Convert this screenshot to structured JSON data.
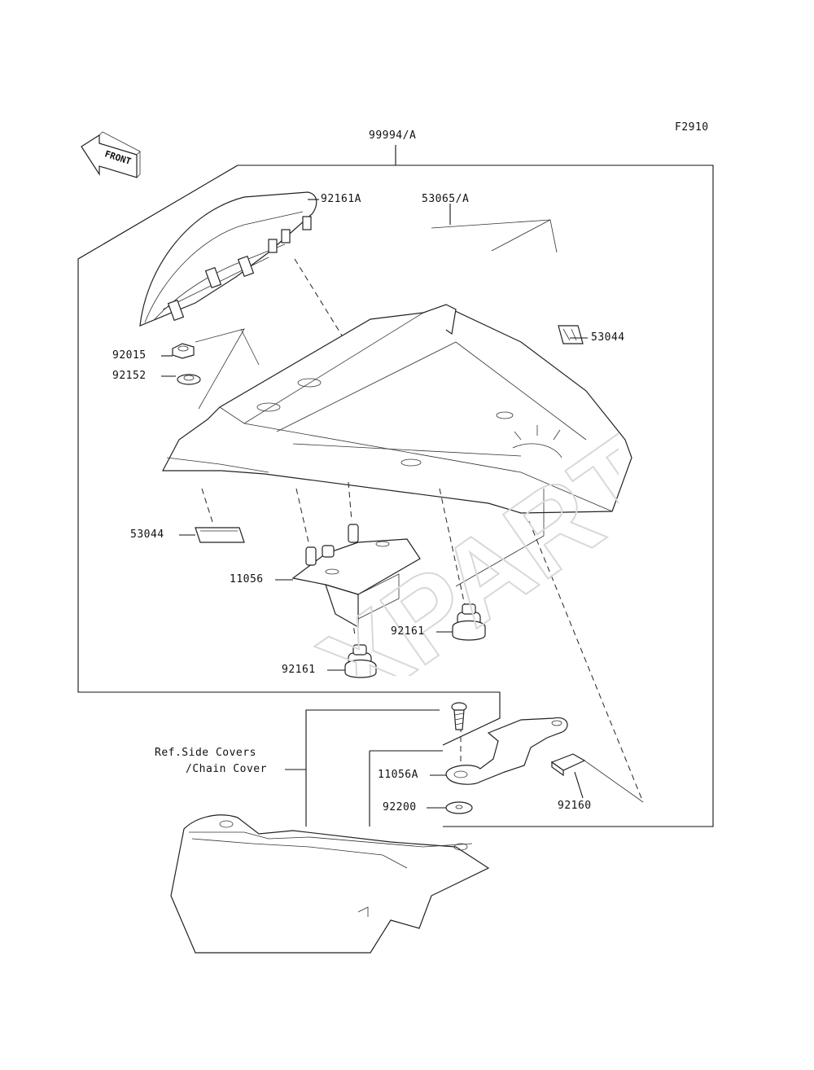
{
  "figure_code": "F2910",
  "front_indicator": "FRONT",
  "labels": {
    "p99994A": "99994/A",
    "p92161A": "92161A",
    "p53065A": "53065/A",
    "p53044_right": "53044",
    "p92015": "92015",
    "p92152": "92152",
    "p53044_left": "53044",
    "p11056": "11056",
    "p92161_right": "92161",
    "p92161_bottom": "92161",
    "p11056A": "11056A",
    "p92200": "92200",
    "p92160": "92160",
    "ref_line1": "Ref.Side Covers",
    "ref_line2": "/Chain Cover"
  },
  "watermark": "XPARTS"
}
